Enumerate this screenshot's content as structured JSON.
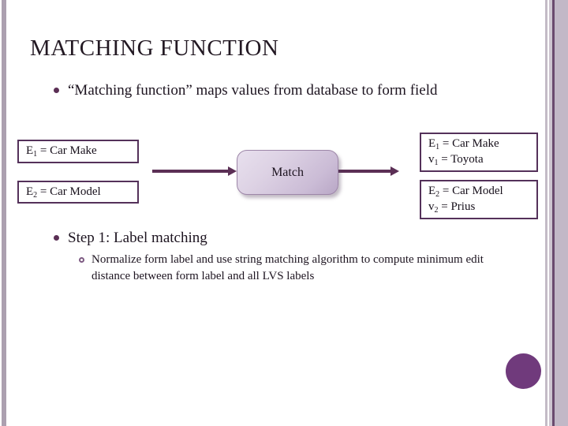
{
  "slide": {
    "title": "MATCHING FUNCTION",
    "accent_dark": "#5b2f55",
    "accent_purple": "#703a7c",
    "border_mauve": "#aca0b0",
    "box_border": "#54315a"
  },
  "bullets": [
    {
      "level": 1,
      "bullet_glyph": "filled-disc",
      "text": "“Matching function” maps values from database to form field"
    },
    {
      "level": 1,
      "bullet_glyph": "filled-disc",
      "text": "Step 1: Label matching"
    },
    {
      "level": 2,
      "bullet_glyph": "hollow-circle",
      "text": "Normalize form label and use string matching algorithm to compute minimum edit distance between form label and all LVS labels"
    }
  ],
  "diagram": {
    "input_boxes": [
      {
        "line1": "E",
        "sub1": "1",
        "rest1": " = Car Make"
      },
      {
        "line1": "E",
        "sub1": "2",
        "rest1": " = Car Model"
      }
    ],
    "process_node": {
      "label": "Match"
    },
    "output_boxes": [
      {
        "line1": "E",
        "sub1": "1",
        "rest1": " = Car Make",
        "line2": "v",
        "sub2": "1",
        "rest2": " = Toyota"
      },
      {
        "line1": "E",
        "sub1": "2",
        "rest1": " = Car Model",
        "line2": "v",
        "sub2": "2",
        "rest2": " = Prius"
      }
    ],
    "arrows": [
      {
        "name": "input-to-match"
      },
      {
        "name": "match-to-output"
      }
    ]
  }
}
